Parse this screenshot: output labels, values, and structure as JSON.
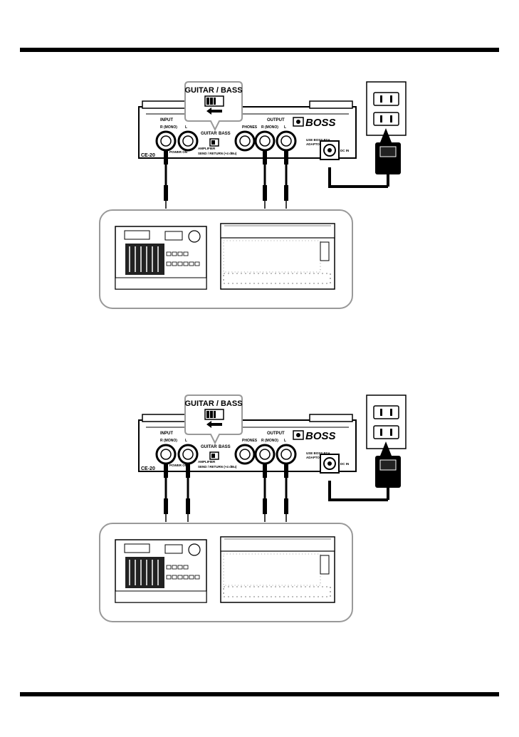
{
  "diagrams": [
    {
      "callout_label": "GUITAR / BASS",
      "model": "CE-20",
      "brand": "BOSS",
      "input_label": "INPUT",
      "input_r_label": "R (MONO)",
      "input_l_label": "L",
      "power_on_label": "POWER ON",
      "switch_guitar": "GUITAR",
      "switch_bass": "BASS",
      "amp_label": "AMPLIFIER",
      "send_label": "SEND / RETURN (+4 dBu)",
      "phones_label": "PHONES",
      "output_label": "OUTPUT",
      "output_r_label": "R (MONO)",
      "output_l_label": "L",
      "adaptor_label1": "USE BOSS PSA",
      "adaptor_label2": "ADAPTOR ONLY",
      "dc_label": "DC IN"
    },
    {
      "callout_label": "GUITAR / BASS",
      "model": "CE-20",
      "brand": "BOSS",
      "input_label": "INPUT",
      "input_r_label": "R (MONO)",
      "input_l_label": "L",
      "power_on_label": "POWER ON",
      "switch_guitar": "GUITAR",
      "switch_bass": "BASS",
      "amp_label": "AMPLIFIER",
      "send_label": "SEND / RETURN (+4 dBu)",
      "phones_label": "PHONES",
      "output_label": "OUTPUT",
      "output_r_label": "R (MONO)",
      "output_l_label": "L",
      "adaptor_label1": "USE BOSS PSA",
      "adaptor_label2": "ADAPTOR ONLY",
      "dc_label": "DC IN"
    }
  ]
}
